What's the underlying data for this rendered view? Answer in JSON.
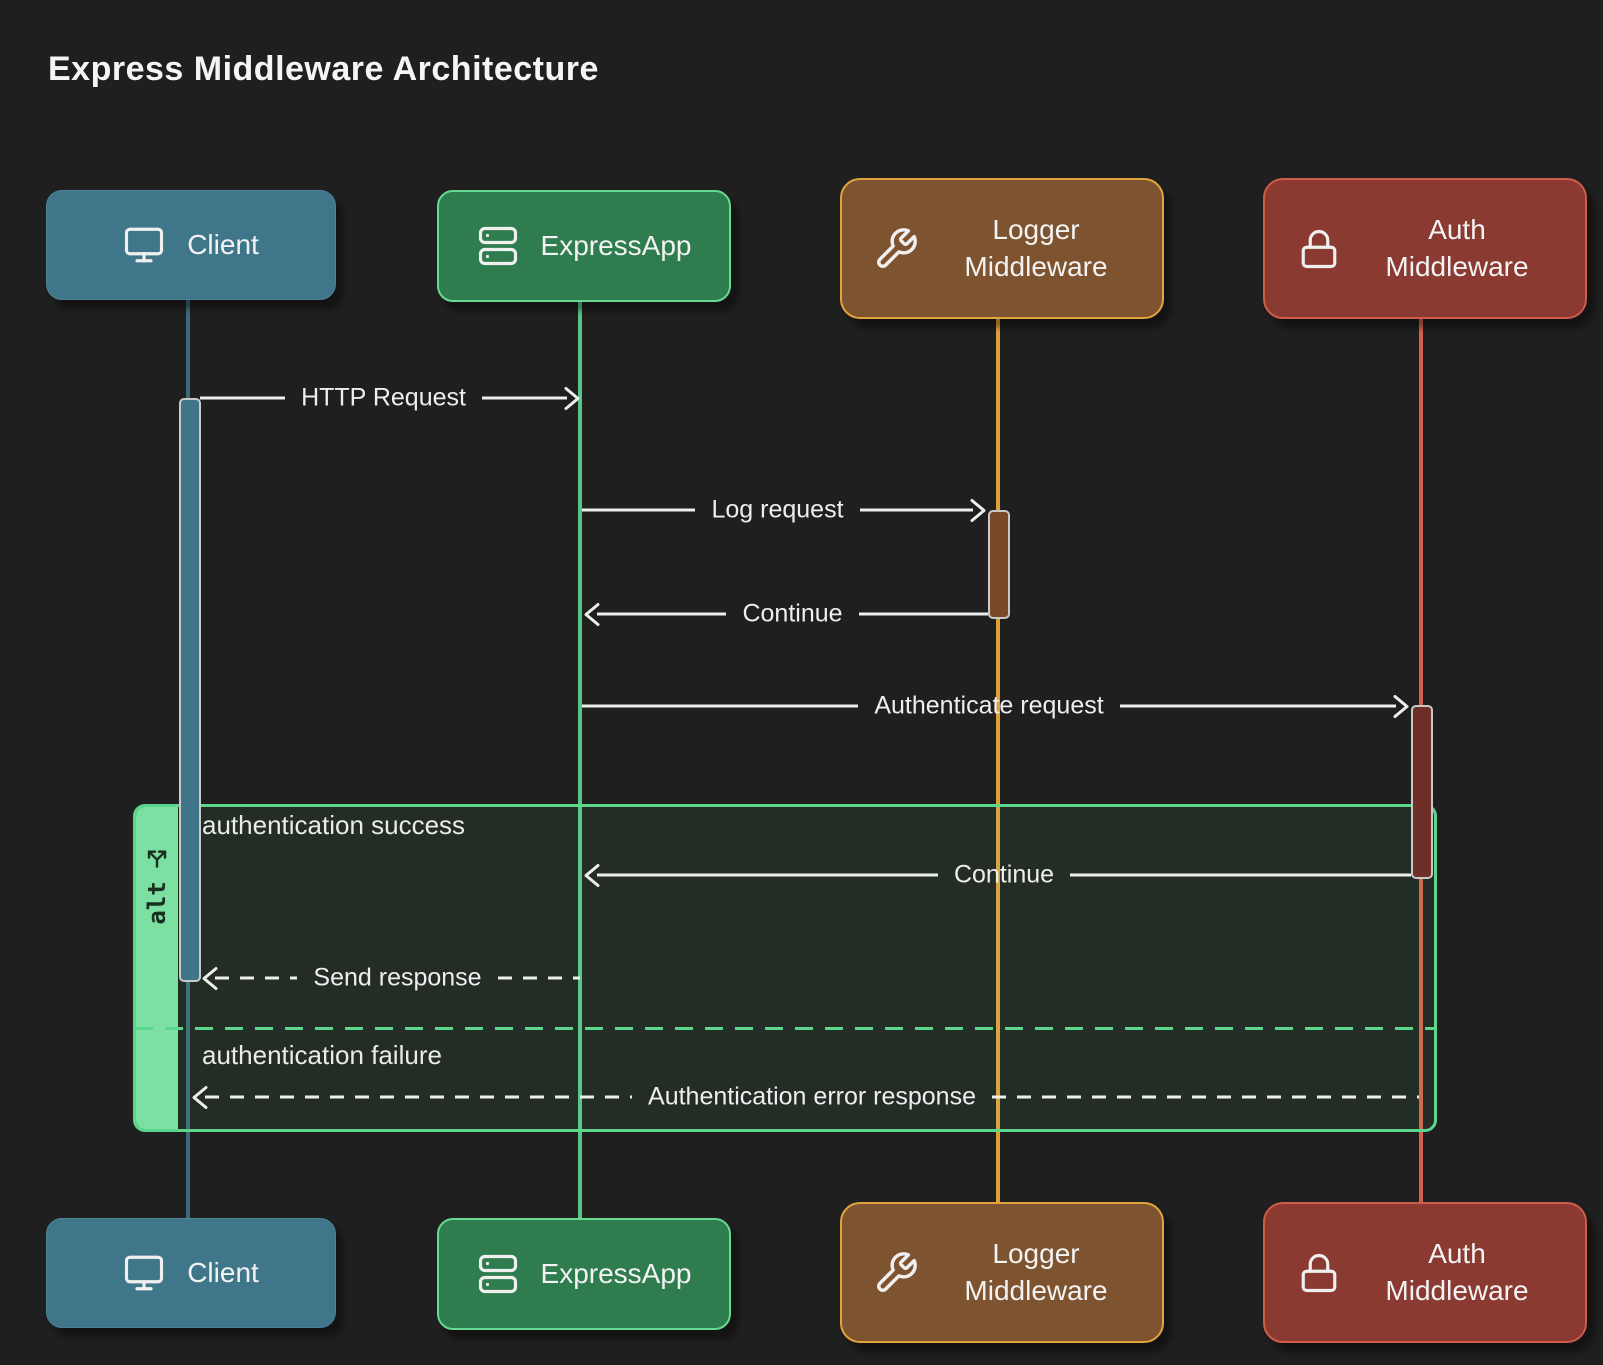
{
  "title": "Express Middleware Architecture",
  "diagram_type": "sequence-diagram",
  "colors": {
    "background": "#1e1f1e",
    "client_fill": "#40768a",
    "express_fill": "#2f7d4e",
    "express_border": "#67da8f",
    "logger_fill": "#7e5330",
    "logger_border": "#e2a43c",
    "auth_fill": "#8a3a31",
    "auth_border": "#d05c4b",
    "alt_border": "#5cd68d",
    "alt_tab_fill": "#7ce0a2",
    "message_color": "#ecefec"
  },
  "actors": [
    {
      "id": "client",
      "label": "Client",
      "icon": "monitor-icon"
    },
    {
      "id": "express",
      "label": "ExpressApp",
      "icon": "server-icon"
    },
    {
      "id": "logger",
      "label": "Logger Middleware",
      "icon": "wrench-icon"
    },
    {
      "id": "auth",
      "label": "Auth Middleware",
      "icon": "lock-icon"
    }
  ],
  "messages": {
    "http_request": {
      "label": "HTTP Request",
      "from": "Client",
      "to": "ExpressApp",
      "style": "solid"
    },
    "log_request": {
      "label": "Log request",
      "from": "ExpressApp",
      "to": "Logger Middleware",
      "style": "solid"
    },
    "continue_logger": {
      "label": "Continue",
      "from": "Logger Middleware",
      "to": "ExpressApp",
      "style": "solid"
    },
    "authenticate_request": {
      "label": "Authenticate request",
      "from": "ExpressApp",
      "to": "Auth Middleware",
      "style": "solid"
    },
    "continue_auth": {
      "label": "Continue",
      "from": "Auth Middleware",
      "to": "ExpressApp",
      "style": "solid"
    },
    "send_response": {
      "label": "Send response",
      "from": "ExpressApp",
      "to": "Client",
      "style": "dashed"
    },
    "auth_error_response": {
      "label": "Authentication error response",
      "from": "Auth Middleware",
      "to": "Client",
      "style": "dashed"
    }
  },
  "alt_frame": {
    "operator": "alt",
    "branches": [
      {
        "condition": "authentication success"
      },
      {
        "condition": "authentication failure"
      }
    ]
  }
}
